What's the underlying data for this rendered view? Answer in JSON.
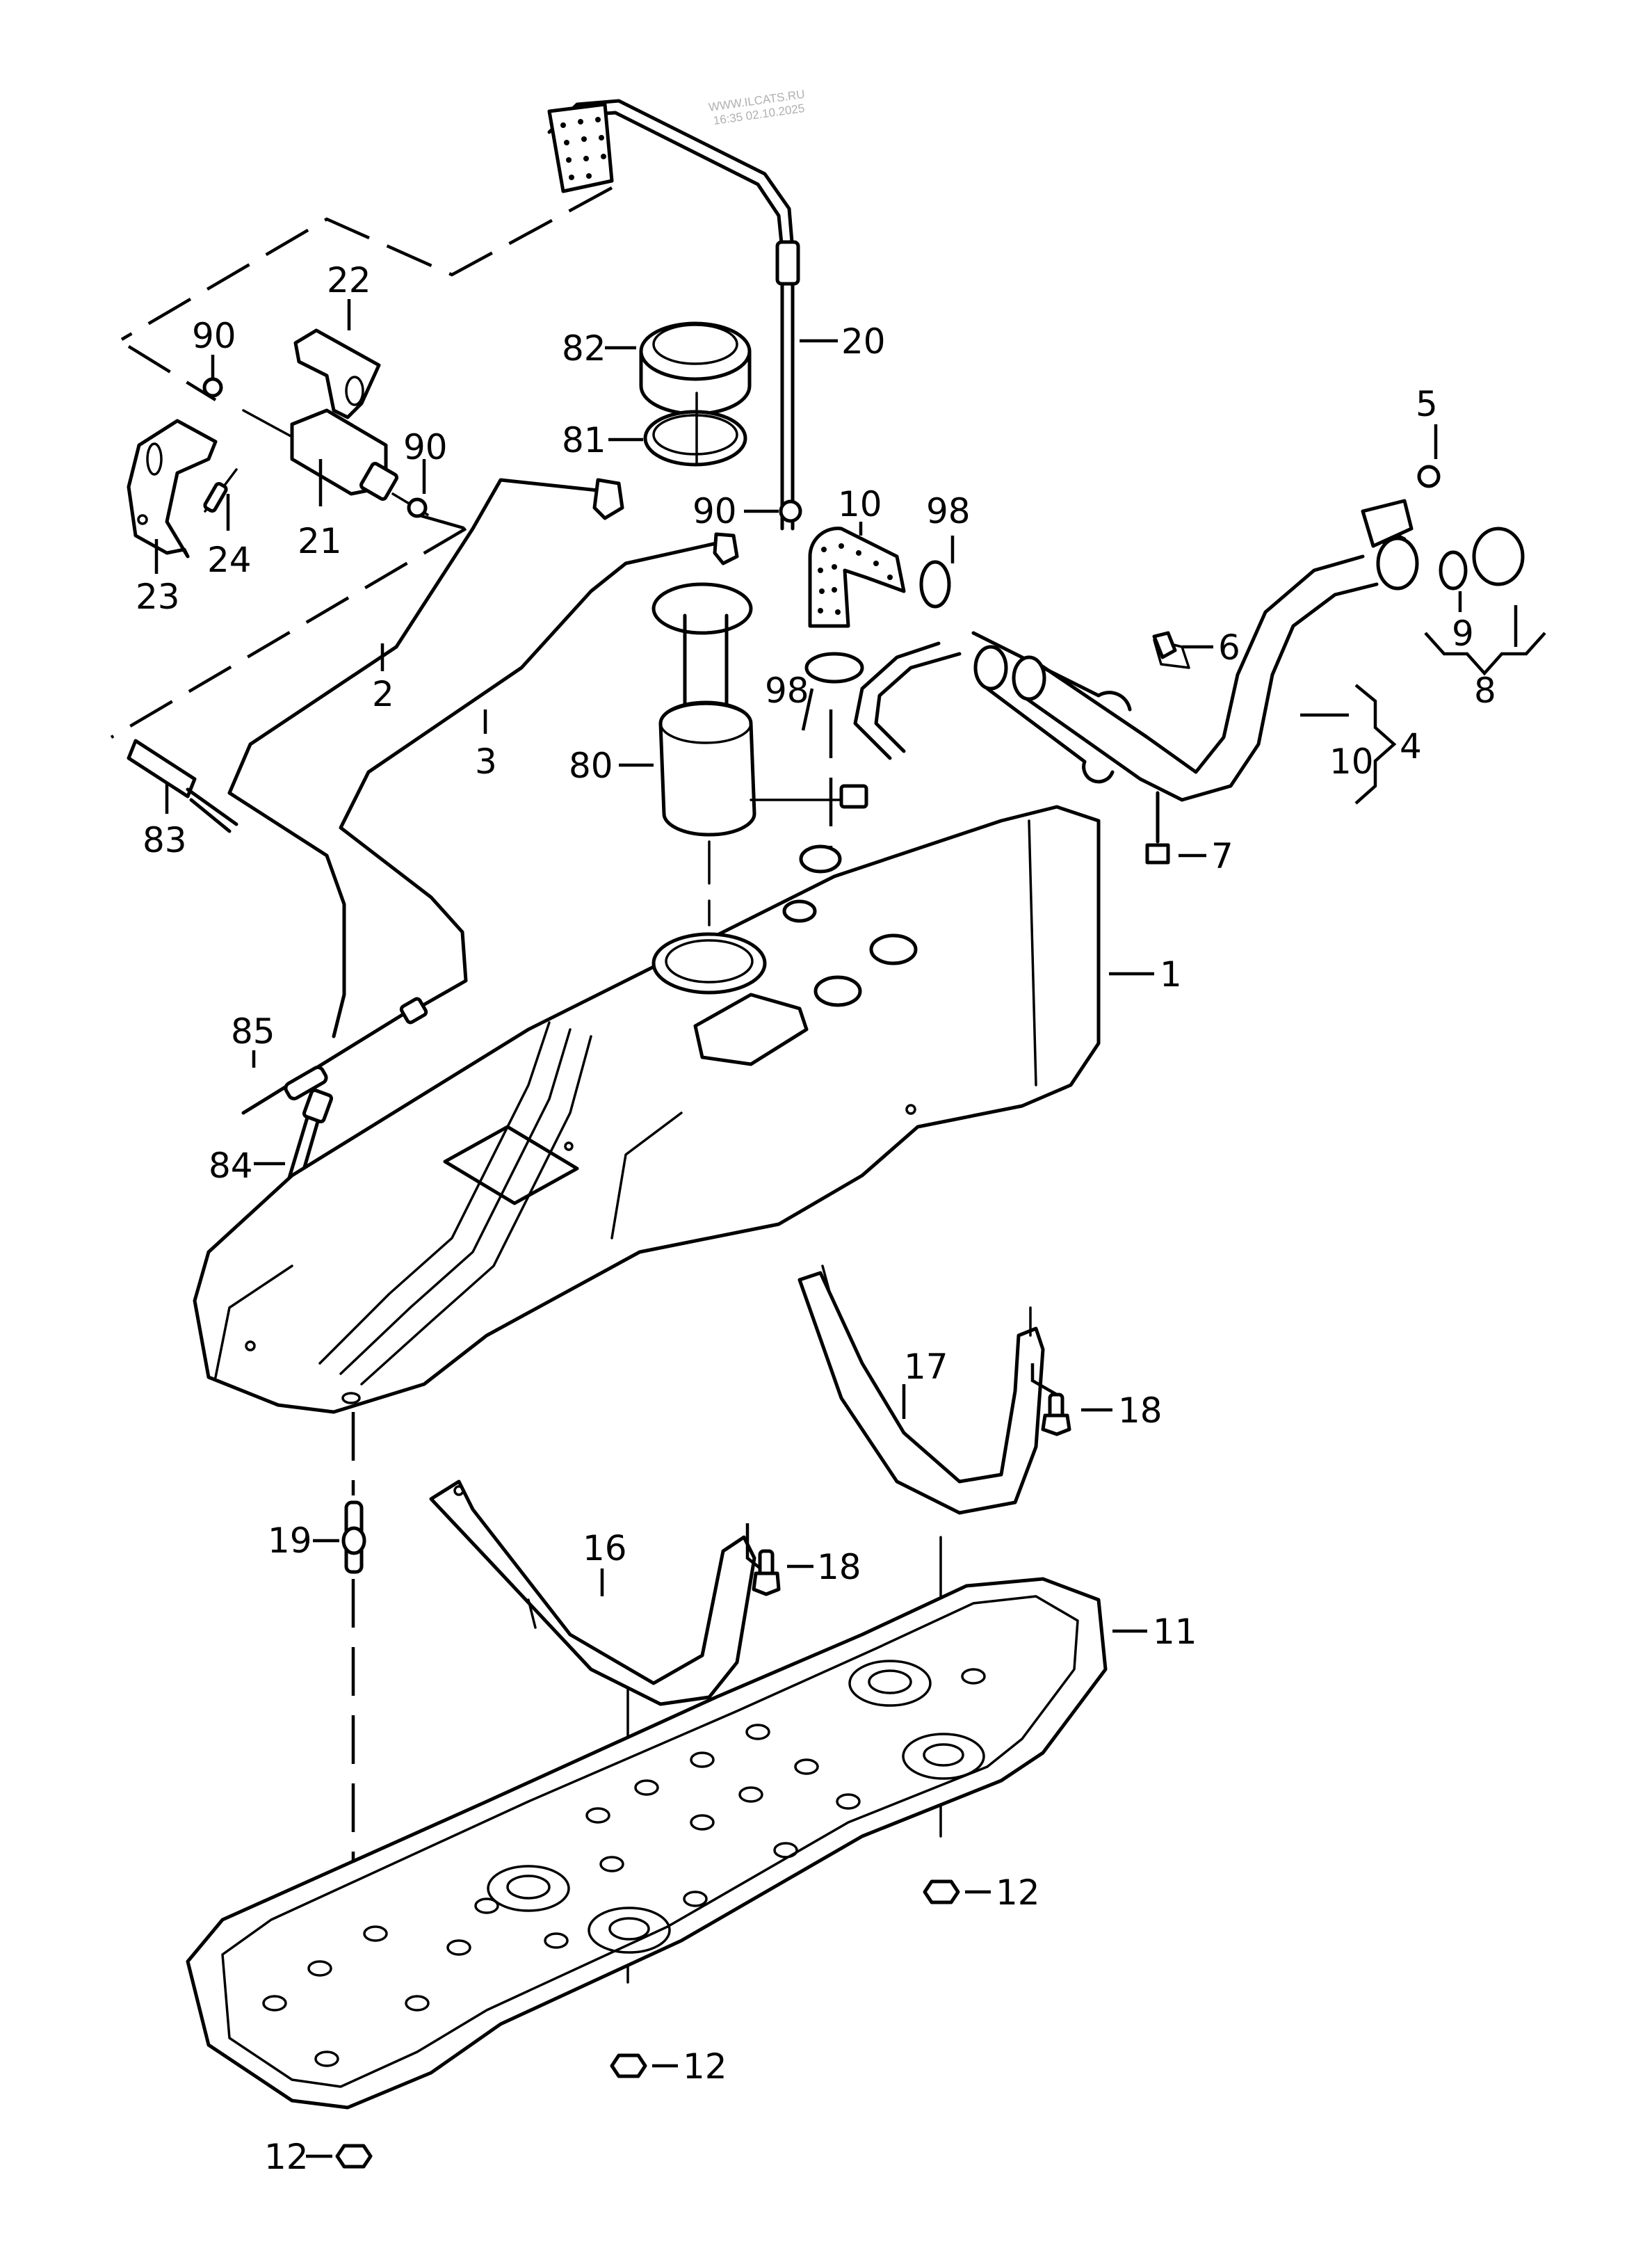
{
  "watermark": {
    "site": "WWW.ILCATS.RU",
    "timestamp": "16:35 02.10.2025"
  },
  "diagram": {
    "title": "Fuel tank assembly exploded view",
    "callouts": [
      {
        "id": "c1",
        "label": "1",
        "part": "fuel-tank"
      },
      {
        "id": "c2",
        "label": "2",
        "part": "fuel-line-supply"
      },
      {
        "id": "c3",
        "label": "3",
        "part": "fuel-line-return"
      },
      {
        "id": "c4",
        "label": "4",
        "part": "filler-neck-assembly"
      },
      {
        "id": "c5",
        "label": "5",
        "part": "filler-neck-bolt"
      },
      {
        "id": "c6",
        "label": "6",
        "part": "clip-nut"
      },
      {
        "id": "c7",
        "label": "7",
        "part": "screw"
      },
      {
        "id": "c8",
        "label": "8",
        "part": "fuel-cap-set"
      },
      {
        "id": "c9",
        "label": "9",
        "part": "seal-ring"
      },
      {
        "id": "c10a",
        "label": "10",
        "part": "vent-hose"
      },
      {
        "id": "c10b",
        "label": "10",
        "part": "vent-hose"
      },
      {
        "id": "c11",
        "label": "11",
        "part": "tank-guard-plate"
      },
      {
        "id": "c12a",
        "label": "12",
        "part": "nut"
      },
      {
        "id": "c12b",
        "label": "12",
        "part": "nut"
      },
      {
        "id": "c12c",
        "label": "12",
        "part": "nut"
      },
      {
        "id": "c16",
        "label": "16",
        "part": "tank-strap-front"
      },
      {
        "id": "c17",
        "label": "17",
        "part": "tank-strap-rear"
      },
      {
        "id": "c18a",
        "label": "18",
        "part": "strap-bolt"
      },
      {
        "id": "c18b",
        "label": "18",
        "part": "strap-bolt"
      },
      {
        "id": "c19",
        "label": "19",
        "part": "stud-bolt"
      },
      {
        "id": "c20",
        "label": "20",
        "part": "vent-line"
      },
      {
        "id": "c21",
        "label": "21",
        "part": "fuel-filter"
      },
      {
        "id": "c22",
        "label": "22",
        "part": "filter-bracket"
      },
      {
        "id": "c23",
        "label": "23",
        "part": "holder"
      },
      {
        "id": "c24",
        "label": "24",
        "part": "rivet"
      },
      {
        "id": "c80",
        "label": "80",
        "part": "fuel-pump-module"
      },
      {
        "id": "c81",
        "label": "81",
        "part": "gasket"
      },
      {
        "id": "c82",
        "label": "82",
        "part": "union-nut"
      },
      {
        "id": "c83",
        "label": "83",
        "part": "hose-section"
      },
      {
        "id": "c84",
        "label": "84",
        "part": "connector"
      },
      {
        "id": "c85",
        "label": "85",
        "part": "connector"
      },
      {
        "id": "c90a",
        "label": "90",
        "part": "hose-clip"
      },
      {
        "id": "c90b",
        "label": "90",
        "part": "hose-clip"
      },
      {
        "id": "c90c",
        "label": "90",
        "part": "hose-clip"
      },
      {
        "id": "c98a",
        "label": "98",
        "part": "hose-clamp"
      },
      {
        "id": "c98b",
        "label": "98",
        "part": "hose-clamp"
      }
    ]
  }
}
